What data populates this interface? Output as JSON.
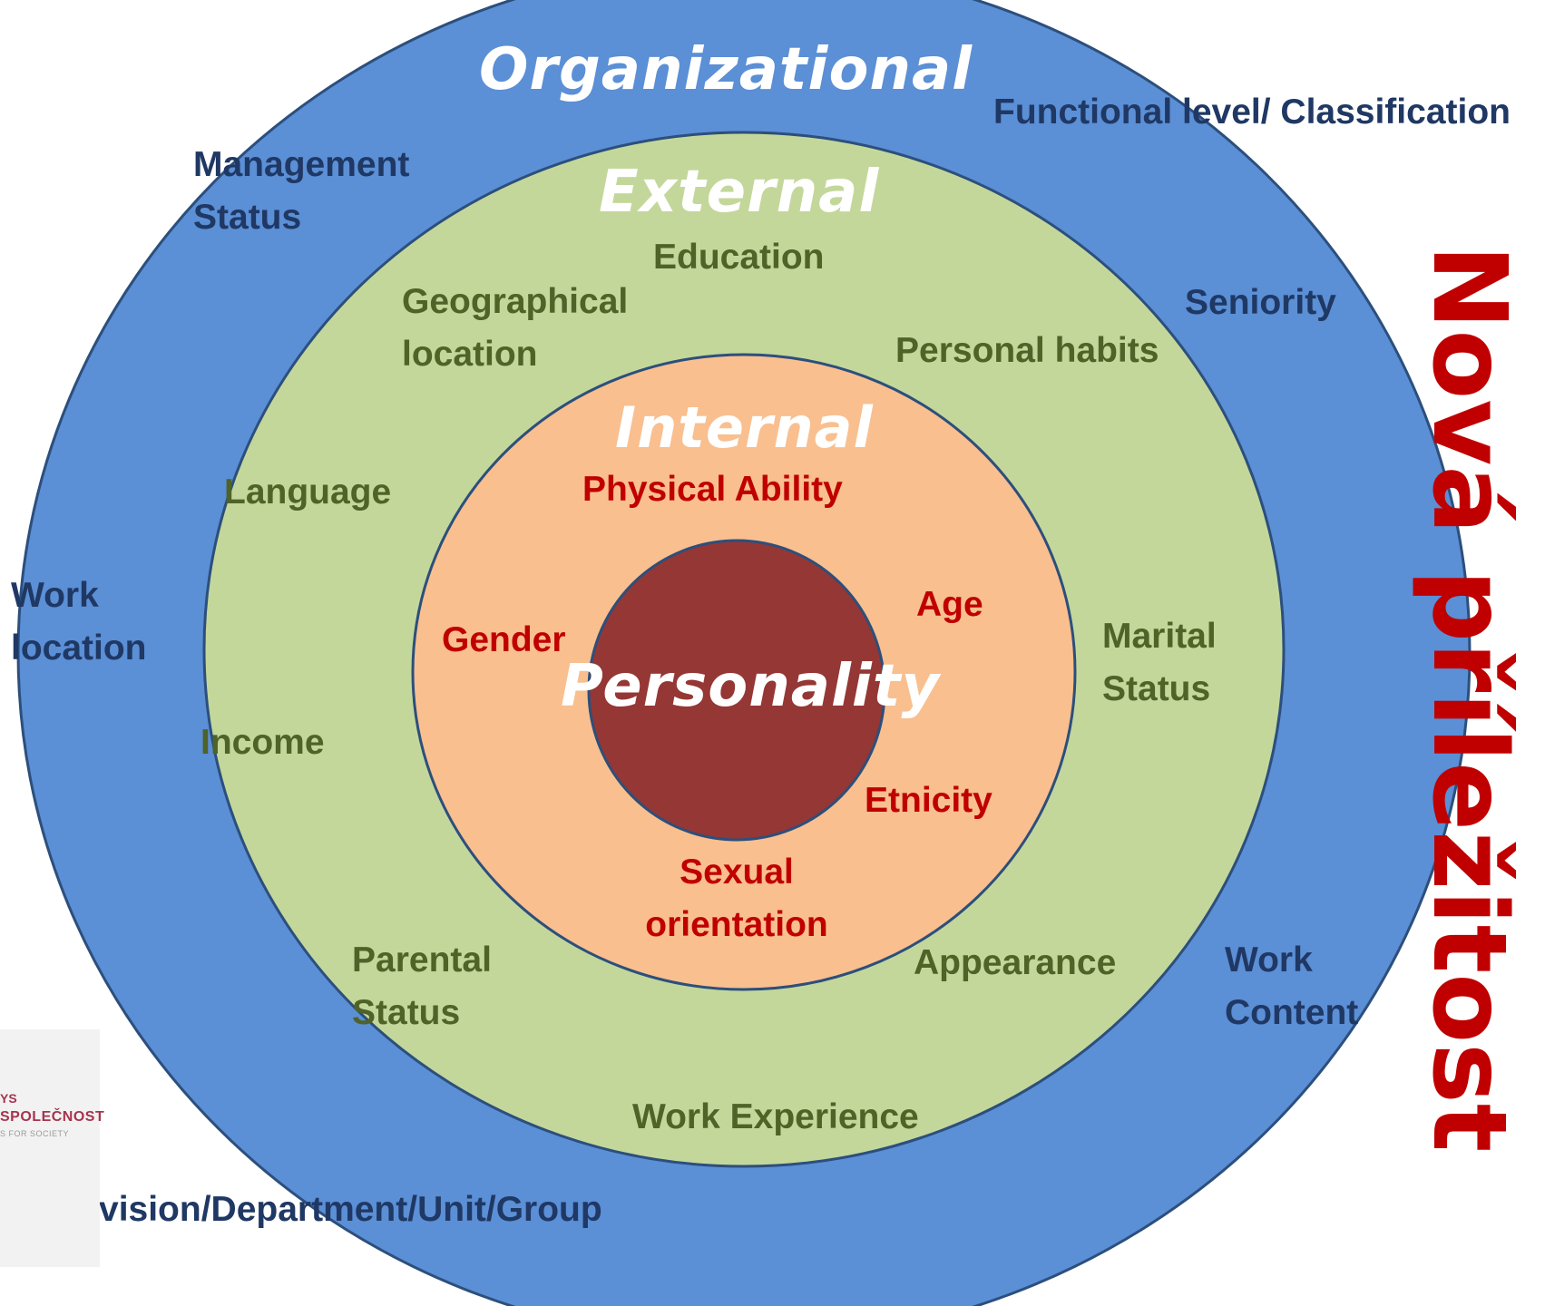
{
  "colors": {
    "organizational": "#5b8fd6",
    "external": "#c4d79b",
    "internal": "#f9bf8f",
    "personality": "#953734",
    "ring_border": "#2c4f7c"
  },
  "rings": {
    "organizational": {
      "title": "Organizational",
      "items": [
        "Functional level/ Classification",
        "Management Status",
        "Seniority",
        "Work location",
        "Work Content",
        "Division/Department/Unit/Group"
      ]
    },
    "external": {
      "title": "External",
      "items": [
        "Education",
        "Geographical location",
        "Personal habits",
        "Language",
        "Marital Status",
        "Income",
        "Parental Status",
        "Appearance",
        "Work Experience"
      ]
    },
    "internal": {
      "title": "Internal",
      "items": [
        "Physical Ability",
        "Age",
        "Gender",
        "Etnicity",
        "Sexual orientation"
      ]
    },
    "core": {
      "title": "Personality"
    }
  },
  "side_title": "Nová příležitost",
  "logo": {
    "line1": "YS",
    "line2": "SPOLEČNOST",
    "line3": "S FOR SOCIETY"
  }
}
